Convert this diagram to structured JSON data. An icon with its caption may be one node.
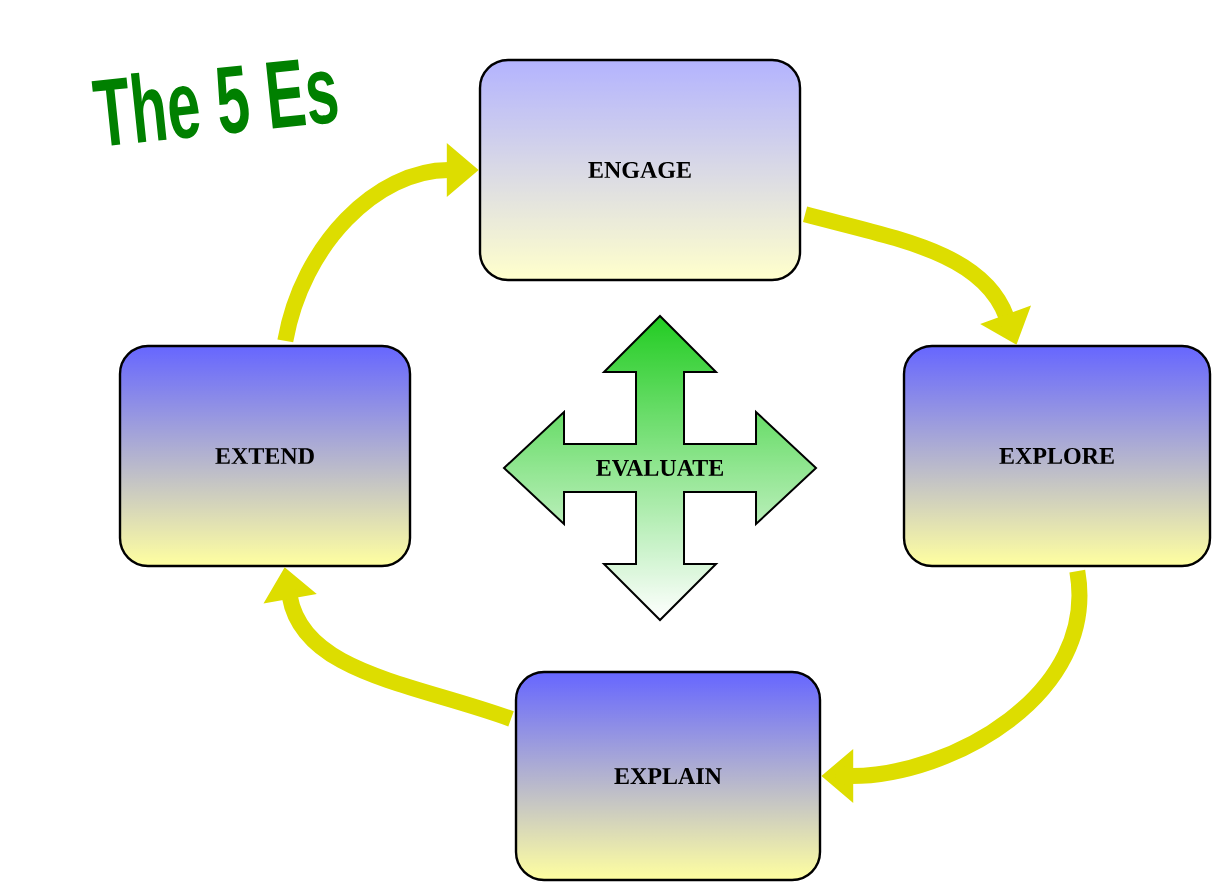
{
  "diagram": {
    "title": "The 5 Es",
    "nodes": [
      {
        "text": [
          "ENGAGE"
        ]
      },
      {
        "text": [
          "EXPLORE"
        ]
      },
      {
        "text": [
          "EXPLAIN"
        ]
      },
      {
        "text": [
          "EXTEND"
        ]
      },
      {
        "text": [
          "EVALUATE"
        ]
      }
    ],
    "edges": [
      {
        "from": 0,
        "to": 1,
        "arrow": "to"
      },
      {
        "from": 1,
        "to": 2,
        "arrow": "to"
      },
      {
        "from": 2,
        "to": 3,
        "arrow": "to"
      },
      {
        "from": 3,
        "to": 0,
        "arrow": "to"
      }
    ]
  }
}
